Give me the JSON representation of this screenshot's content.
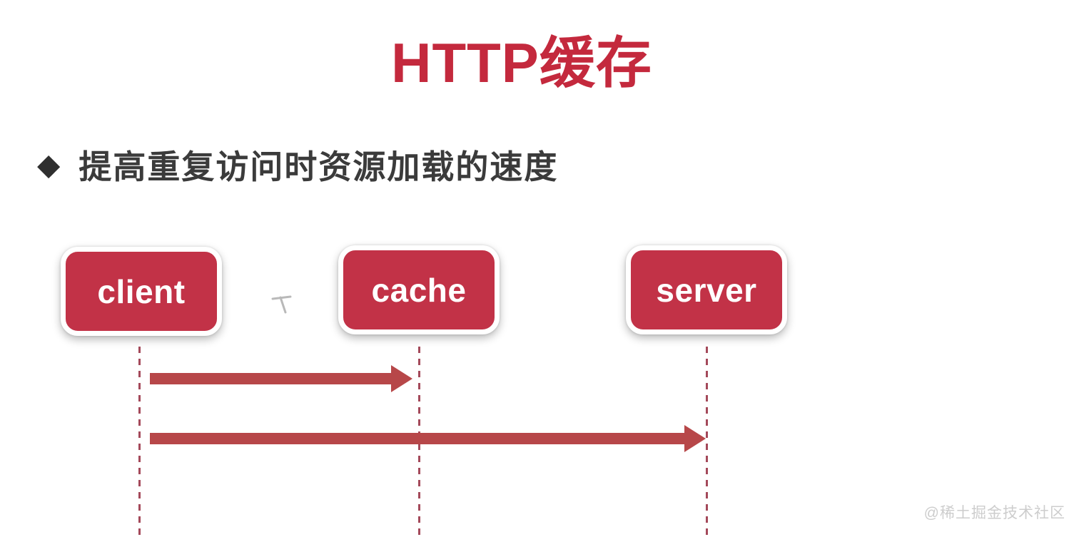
{
  "title": {
    "text": "HTTP缓存"
  },
  "bullet": {
    "marker": "◆",
    "text": "提高重复访问时资源加载的速度"
  },
  "diagram": {
    "nodes": [
      {
        "id": "client",
        "label": "client"
      },
      {
        "id": "cache",
        "label": "cache"
      },
      {
        "id": "server",
        "label": "server"
      }
    ],
    "arrows": [
      {
        "from": "client",
        "to": "cache"
      },
      {
        "from": "client",
        "to": "server"
      }
    ]
  },
  "watermark": {
    "text": "@稀土掘金技术社区"
  },
  "colors": {
    "bg": "#ffffff",
    "title": "#c4293d",
    "text": "#3b3b3b",
    "diamond": "#2f2f2f",
    "box": "#c23247",
    "box_border": "#ffffff",
    "arrow": "#b74749",
    "lifeline": "#a4495a",
    "watermark": "#cdcdcd"
  }
}
